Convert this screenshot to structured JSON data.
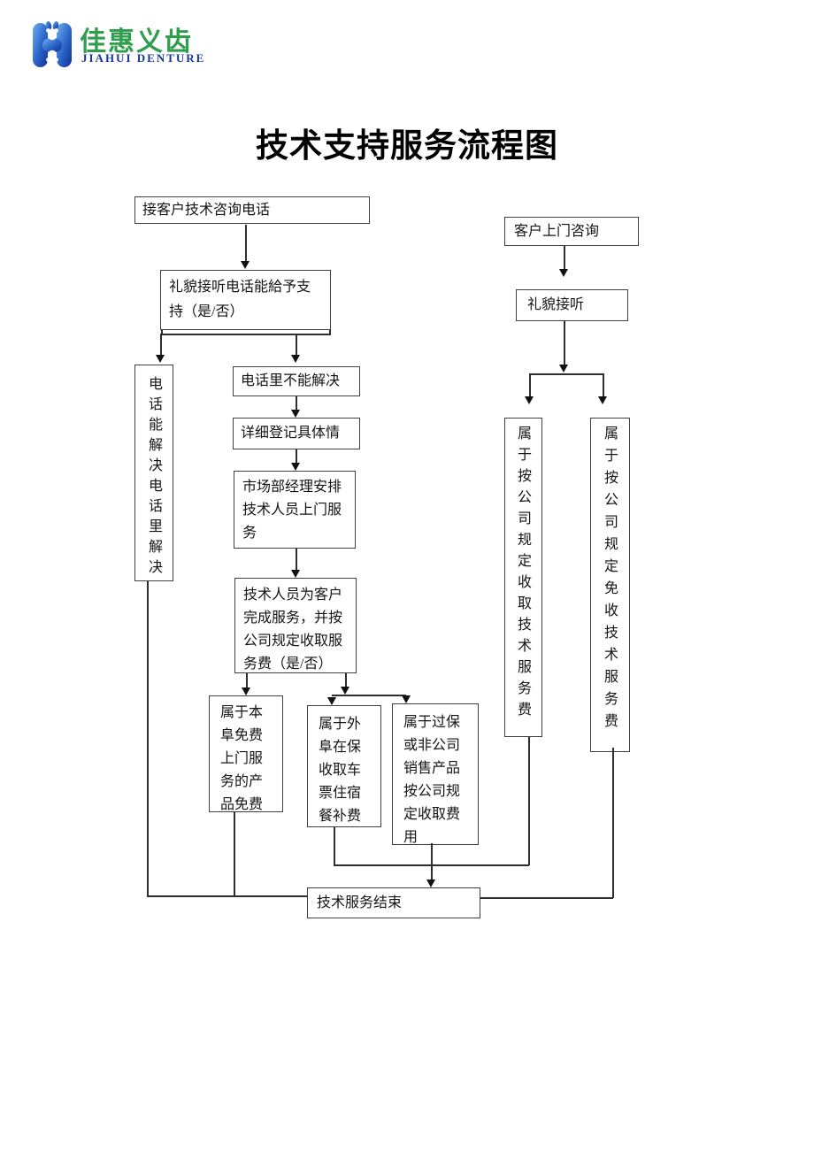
{
  "logo": {
    "brand_cn": "佳惠义齿",
    "brand_en": "JIAHUI DENTURE",
    "icon": "jiahui-h-logo",
    "colors": {
      "brand_green": "#2f9e4d",
      "brand_blue": "#16379e",
      "icon_blue_light": "#5aa0e6",
      "icon_blue_dark": "#123193"
    }
  },
  "title": "技术支持服务流程图",
  "flowchart": {
    "line_color": "#2e2e2e",
    "nodes": [
      {
        "id": "receive-call",
        "label": "接客户技术咨询电话"
      },
      {
        "id": "polite-answer-support",
        "label": "礼貌接听电话能給予支持（是/否）"
      },
      {
        "id": "phone-can-solve",
        "label": "电话能解决电话里解决",
        "orientation": "vertical"
      },
      {
        "id": "phone-cannot-solve",
        "label": "电话里不能解决"
      },
      {
        "id": "register-details",
        "label": "详细登记具体情"
      },
      {
        "id": "manager-arrange",
        "label": "市场部经理安排技术人员上门服务"
      },
      {
        "id": "tech-complete-service",
        "label": "技术人员为客户完成服务，并按公司规定收取服务费（是/否）"
      },
      {
        "id": "local-free-service",
        "label": "属于本阜免费上门服务的产品免费"
      },
      {
        "id": "outfield-expenses",
        "label": "属于外阜在保收取车票住宿餐补费"
      },
      {
        "id": "expired-or-nonsale",
        "label": "属于过保或非公司销售产品按公司规定收取费用"
      },
      {
        "id": "customer-visit",
        "label": "客户上门咨询"
      },
      {
        "id": "polite-receive",
        "label": "礼貌接听"
      },
      {
        "id": "charge-tech-fee",
        "label": "属于按公司规定收取技术服务费",
        "orientation": "vertical"
      },
      {
        "id": "waive-tech-fee",
        "label": "属于按公司规定免收技术服务费",
        "orientation": "vertical"
      },
      {
        "id": "service-end",
        "label": "技术服务结束"
      }
    ]
  }
}
